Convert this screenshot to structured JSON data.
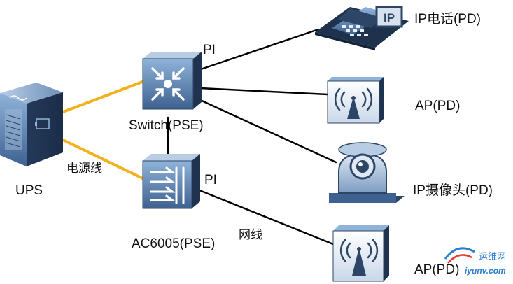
{
  "labels": {
    "ups": "UPS",
    "power_cable": "电源线",
    "switch": "Switch(PSE)",
    "ac": "AC6005(PSE)",
    "pi_top": "PI",
    "pi_mid": "PI",
    "net_cable": "网线",
    "ip_phone": "IP电话(PD)",
    "ap1": "AP(PD)",
    "ip_camera": "IP摄像头(PD)",
    "ap2": "AP(PD)"
  },
  "phone_badge": "IP",
  "watermark": {
    "text_cn": "运维网",
    "text_en": "iyunv.com"
  },
  "colors": {
    "power_line": "#f2b21d",
    "network_line": "#000000",
    "device_dark": "#2d4566",
    "device_mid": "#4e6f99",
    "device_light": "#8fb3d9",
    "watermark_blue": "#2a7fd0",
    "watermark_red": "#e23b2e"
  },
  "icons": {
    "ups": "ups-icon",
    "switch": "core-switch-icon",
    "ac": "access-controller-icon",
    "phone": "ip-phone-icon",
    "ap": "wireless-ap-icon",
    "camera": "ip-camera-icon"
  }
}
